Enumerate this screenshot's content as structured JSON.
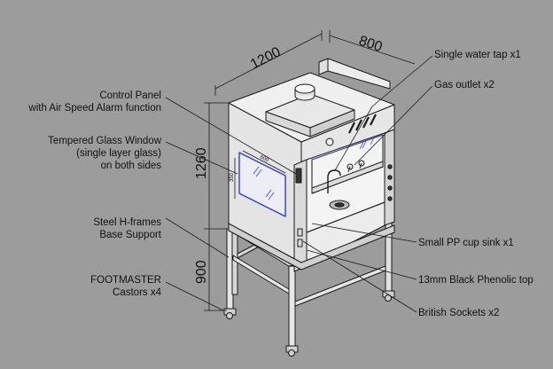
{
  "dimensions": {
    "width": "1200",
    "depth": "800",
    "height": "1260",
    "base_height": "900",
    "window_width": "600",
    "window_height": "350"
  },
  "callouts": {
    "control_panel": [
      "Control Panel",
      "with Air Speed Alarm function"
    ],
    "glass_window": [
      "Tempered Glass Window",
      "(single layer glass)",
      "on both sides"
    ],
    "h_frames": [
      "Steel H-frames",
      "Base Support"
    ],
    "castors": [
      "FOOTMASTER",
      "Castors x4"
    ],
    "water_tap": "Single water tap x1",
    "gas_outlet": "Gas outlet x2",
    "cup_sink": "Small PP cup sink x1",
    "phenolic_top": "13mm Black Phenolic top",
    "sockets": "British Sockets x2"
  },
  "colors": {
    "background": "#9c9c9c",
    "cabinet_face": "#e4e4e4",
    "cabinet_shade": "#c8c8c8",
    "glass_frame": "#2f3fd0",
    "outline": "#1a1a1a"
  }
}
